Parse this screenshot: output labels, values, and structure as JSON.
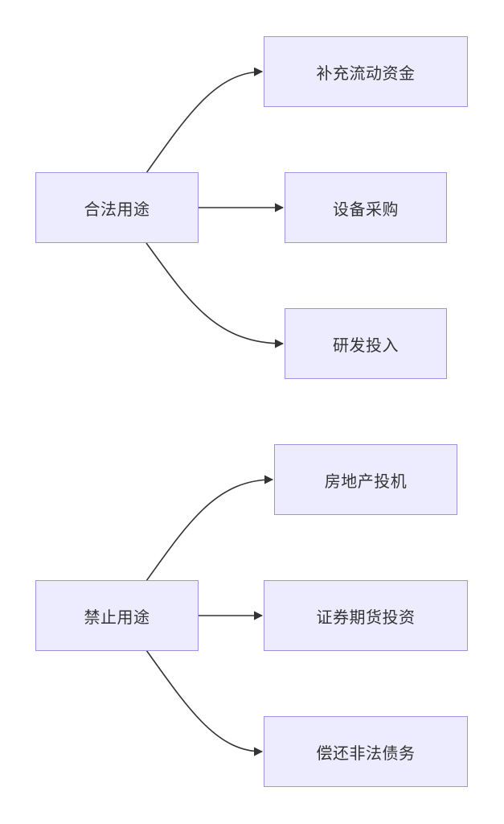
{
  "diagram": {
    "groups": [
      {
        "root": "合法用途",
        "children": [
          "补充流动资金",
          "设备采购",
          "研发投入"
        ]
      },
      {
        "root": "禁止用途",
        "children": [
          "房地产投机",
          "证券期货投资",
          "偿还非法债务"
        ]
      }
    ]
  },
  "colors": {
    "node_fill": "#ececfe",
    "node_border": "#9f93dd",
    "edge": "#333333",
    "text": "#333333"
  }
}
